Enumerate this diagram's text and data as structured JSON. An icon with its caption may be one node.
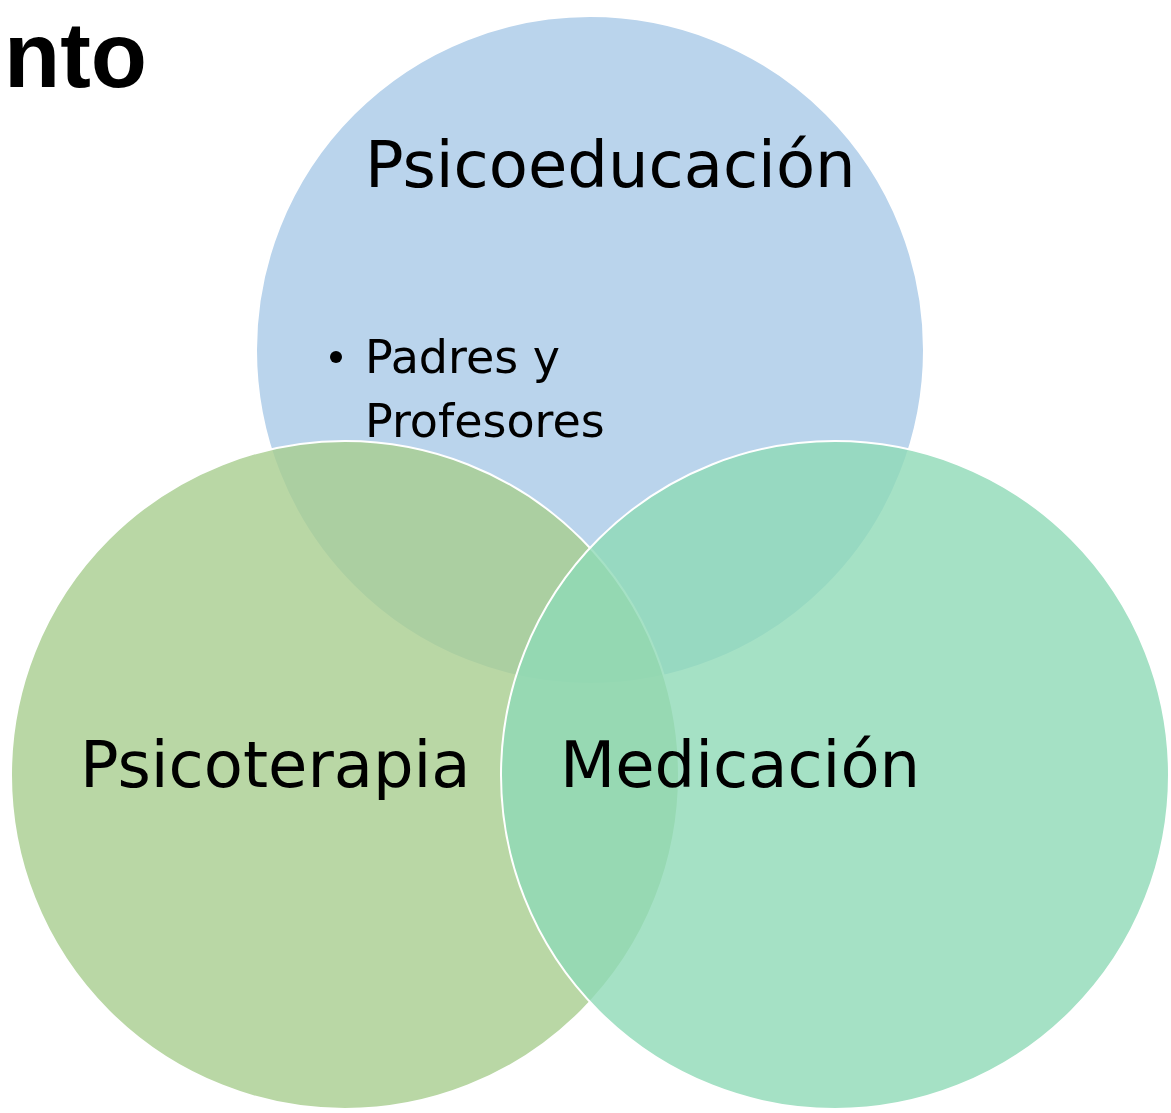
{
  "diagram": {
    "title": "nto",
    "nodes": [
      {
        "text": [
          "Psicoeducación",
          "Padres y Profesores"
        ]
      },
      {
        "text": [
          "Psicoterapia"
        ]
      },
      {
        "text": [
          "Medicación"
        ]
      }
    ],
    "edges": []
  }
}
